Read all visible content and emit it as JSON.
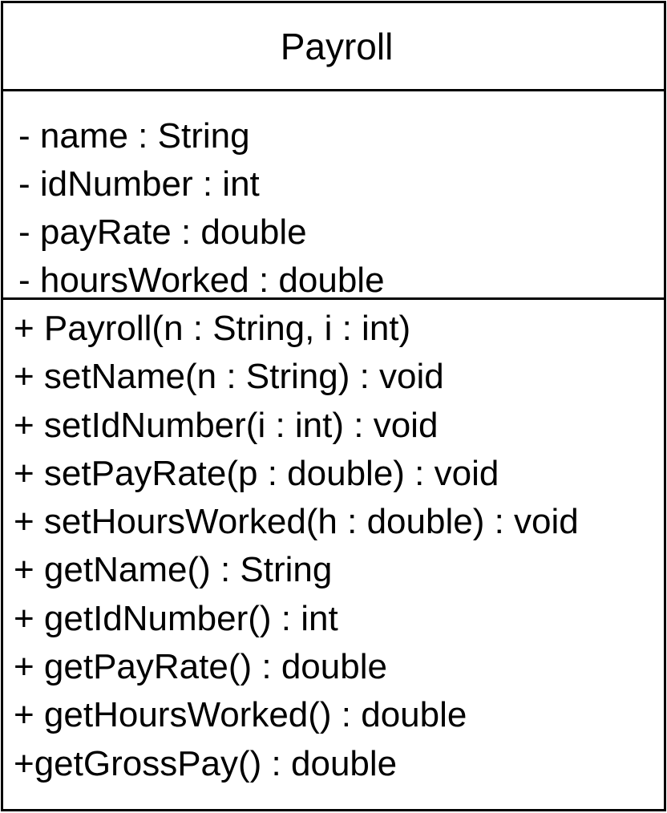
{
  "class": {
    "name": "Payroll",
    "attributes": [
      "- name : String",
      "- idNumber : int",
      "- payRate : double",
      "- hoursWorked : double"
    ],
    "methods": [
      "+ Payroll(n : String, i : int)",
      "+ setName(n : String) : void",
      "+ setIdNumber(i : int) : void",
      "+ setPayRate(p : double) : void",
      "+ setHoursWorked(h : double) : void",
      "+ getName() : String",
      "+ getIdNumber() : int",
      "+ getPayRate() : double",
      "+ getHoursWorked() : double",
      "+getGrossPay() : double"
    ]
  },
  "colors": {
    "border": "#000000",
    "text": "#000000",
    "background": "#ffffff"
  }
}
